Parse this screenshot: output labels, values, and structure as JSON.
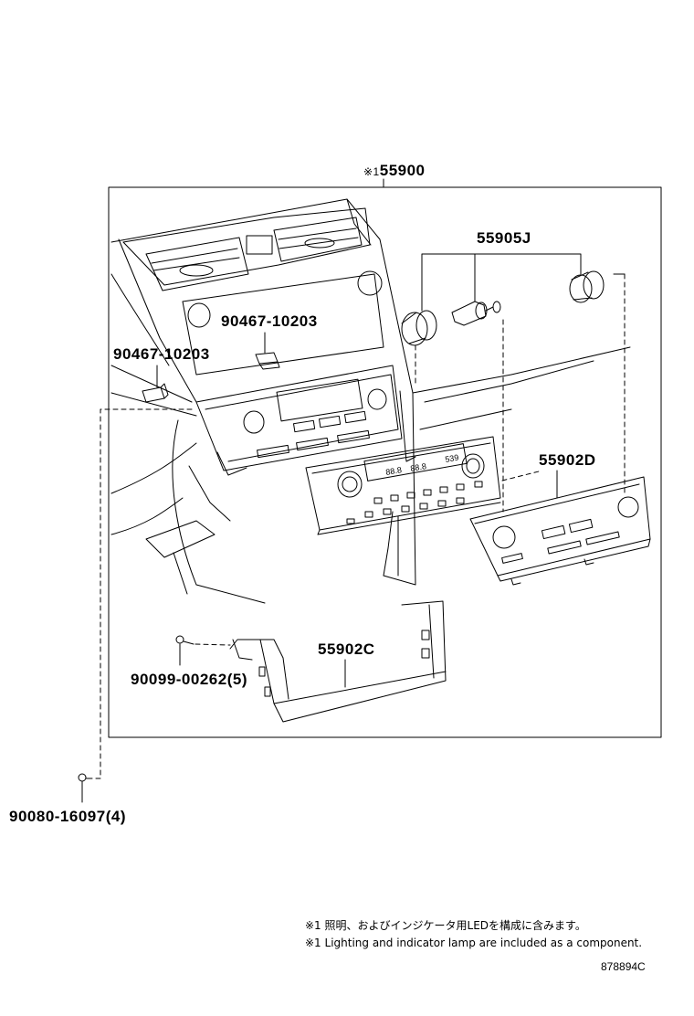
{
  "labels": {
    "assembly": {
      "mark": "※1",
      "number": "55900"
    },
    "knob": "55905J",
    "panel_right": "55902D",
    "panel_lower": "55902C",
    "clip_upper": "90467-10203",
    "clip_left": "90467-10203",
    "screw_inner": "90099-00262(5)",
    "screw_outer": "90080-16097(4)"
  },
  "notes": {
    "japanese": "※1 照明、およびインジケータ用LEDを構成に含みます。",
    "english": "※1 Lighting and indicator lamp are included as a component."
  },
  "diagram_code": "878894C",
  "display_readout": {
    "left": "88.8",
    "right": "88.8",
    "small": "539"
  }
}
